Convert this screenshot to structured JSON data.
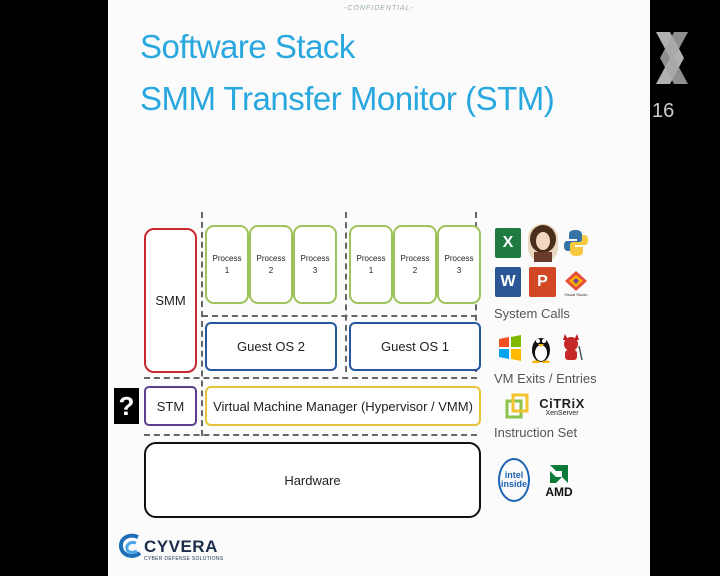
{
  "header": {
    "confidential": "-CONFIDENTIAL-"
  },
  "title": {
    "line1": "Software Stack",
    "line2": "SMM Transfer Monitor (STM)"
  },
  "diagram": {
    "process_label": "Process",
    "processes_left": [
      "1",
      "2",
      "3"
    ],
    "processes_right": [
      "1",
      "2",
      "3"
    ],
    "guest_os_left": "Guest OS 2",
    "guest_os_right": "Guest OS 1",
    "smm": "SMM",
    "stm": "STM",
    "vmm": "Virtual Machine Manager (Hypervisor / VMM)",
    "hardware": "Hardware",
    "question_mark": "?"
  },
  "layer_labels": {
    "system_calls": "System Calls",
    "vm_exits": "VM Exits / Entries",
    "instruction_set": "Instruction Set"
  },
  "icons": {
    "excel": "X",
    "word": "W",
    "powerpoint": "P",
    "visual_studio": "Visual Studio",
    "citrix": "CiTRiX",
    "xenserver": "XenServer",
    "intel": "intel inside",
    "amd": "AMD"
  },
  "logo": {
    "name": "CYVERA",
    "tagline": "CYBER DEFENSE SOLUTIONS"
  },
  "channel_bug": "16",
  "colors": {
    "title": "#29a7df",
    "process_border": "#9dc35a",
    "guest_border": "#24579d",
    "vmm_border": "#e6c438",
    "smm_border": "#c9282e",
    "stm_border": "#5b3f8e"
  }
}
